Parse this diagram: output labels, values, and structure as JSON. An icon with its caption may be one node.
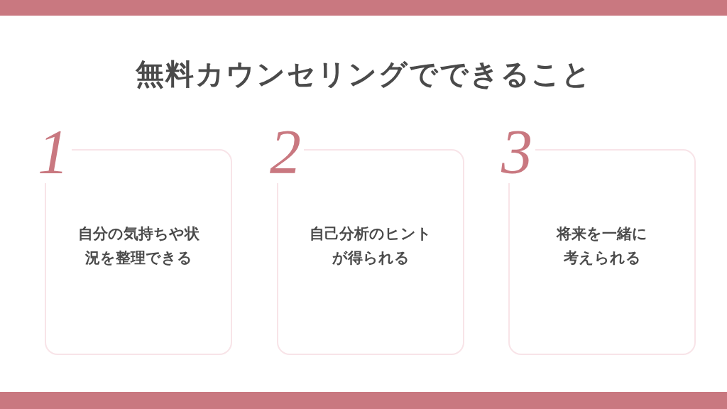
{
  "diagram": {
    "title": "無料カウンセリングでできること",
    "nodes": [
      {
        "text": [
          "1",
          "自分の気持ちや状況を整理できる"
        ]
      },
      {
        "text": [
          "2",
          "自己分析のヒントが得られる"
        ]
      },
      {
        "text": [
          "3",
          "将来を一緒に考えられる"
        ]
      }
    ]
  }
}
